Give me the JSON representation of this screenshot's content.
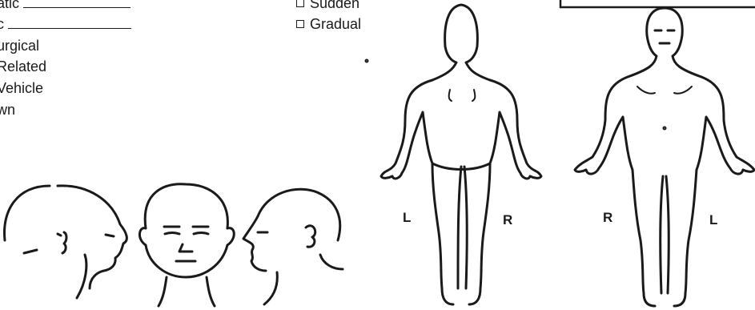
{
  "form": {
    "cause_options": [
      {
        "text": "atic",
        "has_blank": true
      },
      {
        "text": "c",
        "has_blank": true
      },
      {
        "text": "urgical",
        "has_blank": false
      },
      {
        "text": "Related",
        "has_blank": false
      },
      {
        "text": "Vehicle",
        "has_blank": false
      },
      {
        "text": "wn",
        "has_blank": false
      }
    ],
    "onset_options": [
      "Sudden",
      "Gradual"
    ]
  },
  "diagram": {
    "back_view": {
      "left_label": "L",
      "right_label": "R"
    },
    "front_view": {
      "left_label": "R",
      "right_label": "L"
    }
  }
}
